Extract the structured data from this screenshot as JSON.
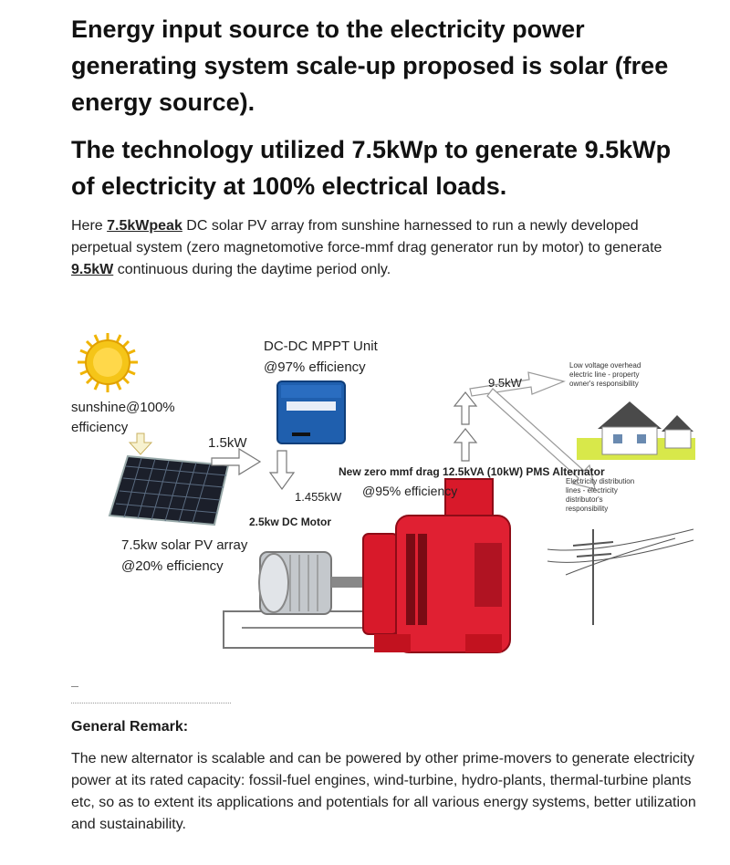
{
  "heading1": "Energy input source to the electricity power generating system scale-up proposed is solar (free energy source).",
  "heading2": "The technology utilized 7.5kWp to generate 9.5kWp of electricity at 100% electrical loads.",
  "intro": {
    "p1": "Here ",
    "b1": "7.5kWpeak",
    "p2": " DC solar PV array from sunshine harnessed to run a newly developed perpetual system (zero magnetomotive force-mmf drag generator run by motor) to generate ",
    "b2": "9.5kW",
    "p3": " continuous during the daytime period only."
  },
  "diagram": {
    "sunshine": "sunshine@100%",
    "sunshine_eff": "efficiency",
    "power_15": "1.5kW",
    "mppt": "DC-DC MPPT Unit",
    "mppt_eff": "@97% efficiency",
    "power_95": "9.5kW",
    "overhead": "Low voltage overhead",
    "overhead2": "electric line - property",
    "overhead3": "owner's responsibility",
    "alternator": "New zero mmf drag 12.5kVA (10kW) PMS Alternator",
    "alt_eff": "@95% efficiency",
    "power_1455": "1.455kW",
    "motor": "2.5kw DC Motor",
    "pv": "7.5kw solar PV array",
    "pv_eff": "@20% efficiency",
    "dist1": "Electricity distribution",
    "dist2": "lines - electricity",
    "dist3": "distributor's",
    "dist4": "responsibility"
  },
  "remark": {
    "heading": "General Remark:",
    "text": "The new alternator is scalable and can be powered by other prime-movers to generate electricity power at its rated capacity: fossil-fuel engines, wind-turbine, hydro-plants, thermal-turbine plants etc, so as to extent its applications and potentials for all various energy systems, better utilization and sustainability."
  },
  "colors": {
    "sun": "#f5c518",
    "red": "#d8192a",
    "mppt_blue": "#1f5fae",
    "arrow": "#333333"
  }
}
